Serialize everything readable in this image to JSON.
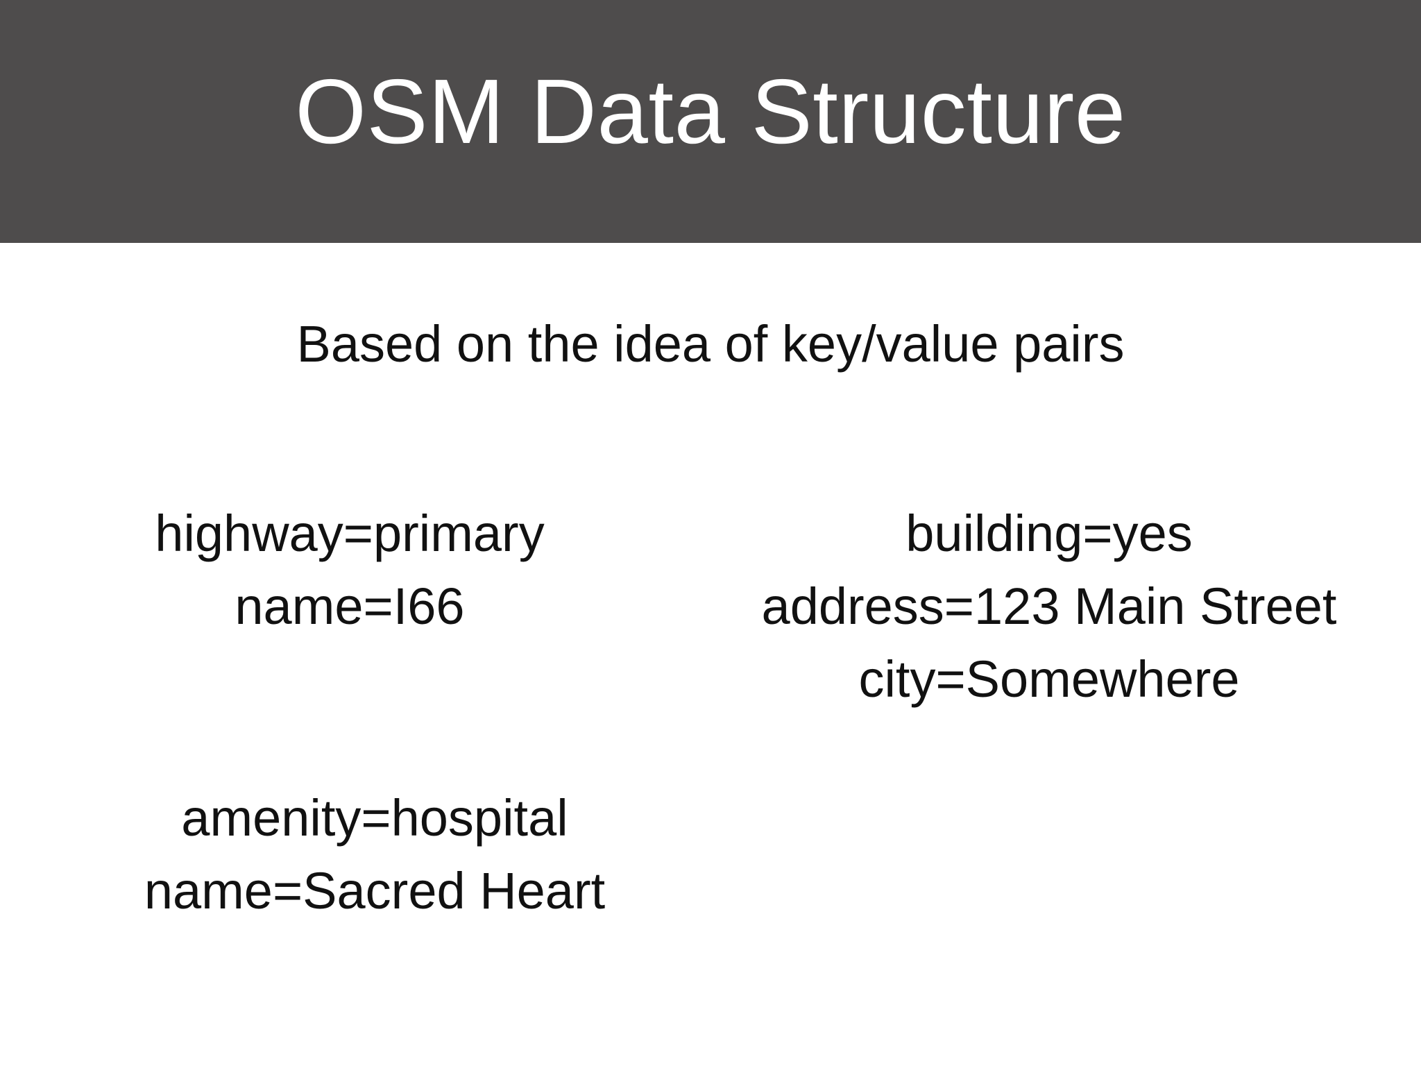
{
  "slide": {
    "title": "OSM Data Structure",
    "subtitle": "Based on the idea of key/value pairs",
    "header_color": "#4e4c4c",
    "background_color": "#ffffff",
    "title_color": "#ffffff",
    "body_text_color": "#111111"
  },
  "tag_blocks": [
    {
      "id": "highway",
      "lines": [
        "highway=primary",
        "name=I66"
      ]
    },
    {
      "id": "building",
      "lines": [
        "building=yes",
        "address=123 Main Street",
        "city=Somewhere"
      ]
    },
    {
      "id": "amenity",
      "lines": [
        "amenity=hospital",
        "name=Sacred Heart"
      ]
    }
  ]
}
